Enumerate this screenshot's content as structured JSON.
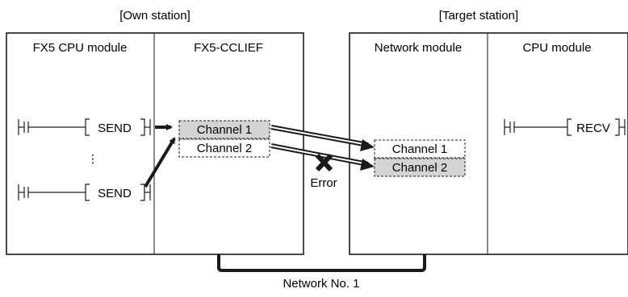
{
  "own_station": {
    "title": "[Own station]",
    "cpu_label": "FX5 CPU module",
    "module_label": "FX5-CCLIEF",
    "send_instruction_1": "SEND",
    "send_instruction_2": "SEND",
    "ellipsis": "⋮",
    "channels": [
      "Channel 1",
      "Channel 2"
    ],
    "active_channel": "Channel 1"
  },
  "target_station": {
    "title": "[Target station]",
    "network_label": "Network module",
    "cpu_label": "CPU module",
    "recv_instruction": "RECV",
    "channels": [
      "Channel 1",
      "Channel 2"
    ],
    "active_channel": "Channel 2"
  },
  "error_label": "Error",
  "network_label": "Network No. 1",
  "colors": {
    "channel_fill": "#d4d4d4",
    "arrow": "#1a1a1a",
    "error_mark": "#1a1a1a"
  }
}
